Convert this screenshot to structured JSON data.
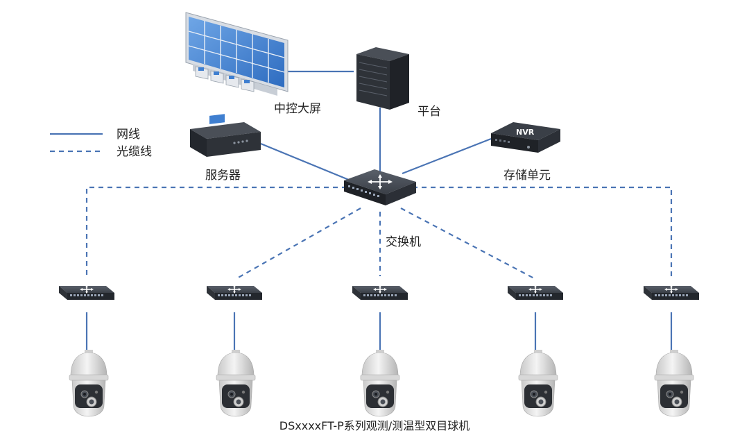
{
  "legend": {
    "solid_label": "网线",
    "dashed_label": "光缆线"
  },
  "nodes": {
    "video_wall": "中控大屏",
    "platform": "平台",
    "server": "服务器",
    "storage": "存储单元",
    "storage_badge": "NVR",
    "core_switch": "交换机"
  },
  "cameras_caption": "DSxxxxFT-P系列观测/测温型双目球机",
  "colors": {
    "line": "#4a74b4",
    "device_dark": "#2b2f36",
    "screen_blue": "#3f7fd0"
  }
}
